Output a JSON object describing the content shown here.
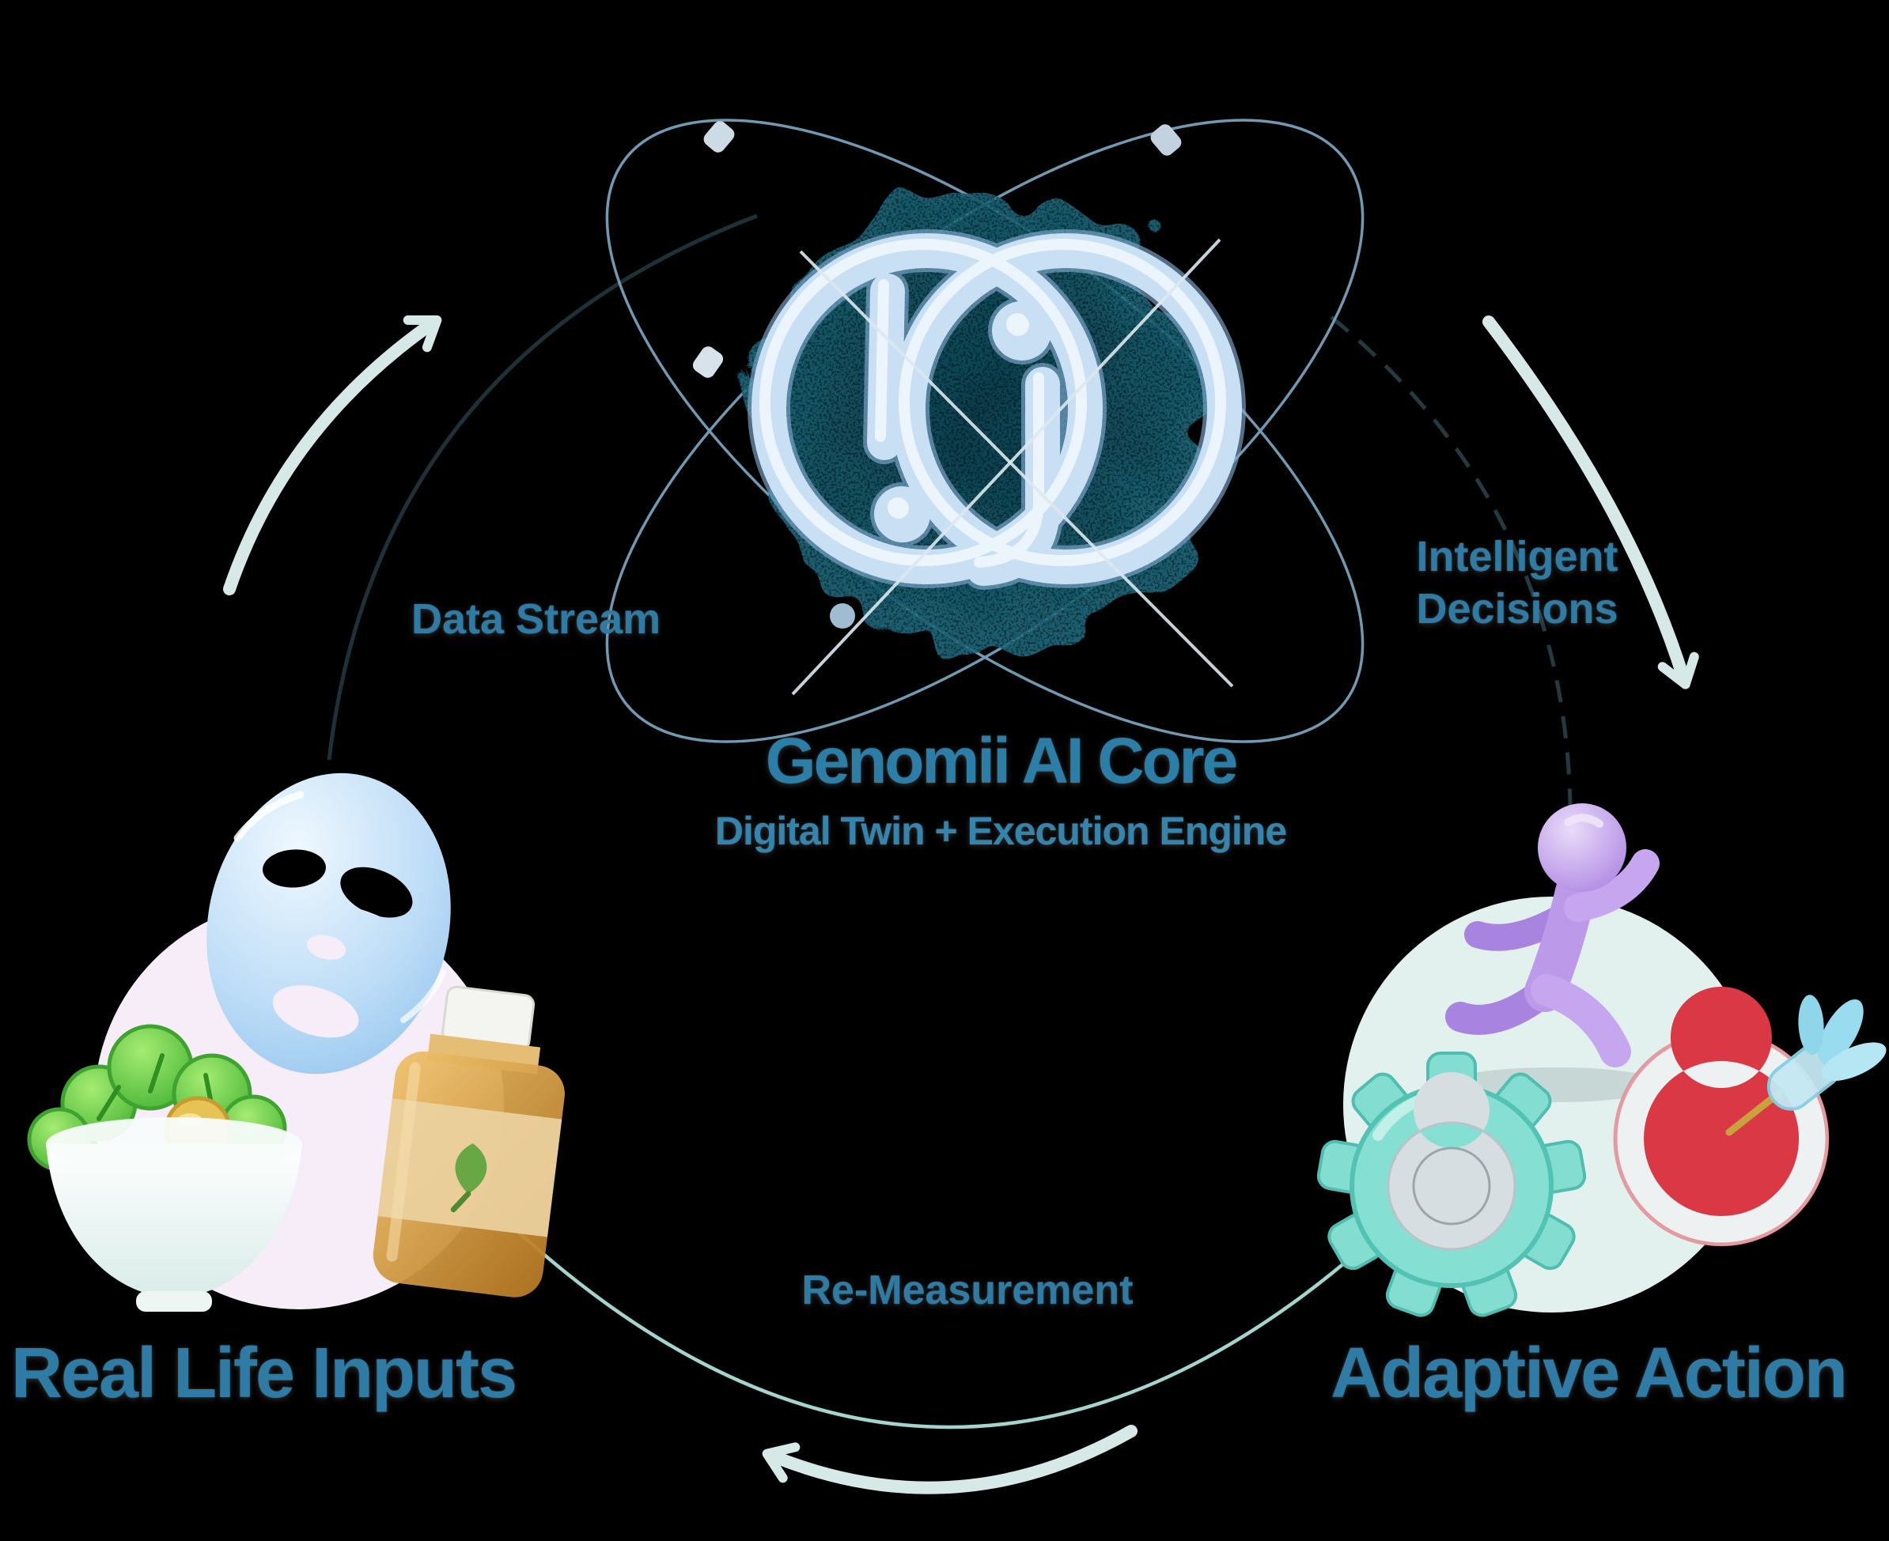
{
  "core": {
    "title": "Genomii AI Core",
    "subtitle": "Digital Twin + Execution Engine",
    "logo": "genomii-logo-icon"
  },
  "nodes": {
    "real_life_inputs": {
      "title": "Real Life Inputs",
      "icons": [
        "face-mask-icon",
        "salad-bowl-icon",
        "supplement-bottle-icon"
      ],
      "bg_circle_color": "#f6edf8"
    },
    "adaptive_action": {
      "title": "Adaptive Action",
      "icons": [
        "runner-icon",
        "gear-icon",
        "target-dart-icon"
      ],
      "bg_circle_color": "#e3f1ee"
    }
  },
  "flow": {
    "data_stream": "Data Stream",
    "intelligent_decisions": {
      "line1": "Intelligent",
      "line2": "Decisions"
    },
    "re_measurement": "Re-Measurement"
  },
  "colors": {
    "background": "#000000",
    "label_text": "#2e7ba6",
    "core_title_text": "#2b7ea8",
    "arrow": "#d7e9e7",
    "cycle_dark_segment": "#1d3238",
    "cycle_light_segment": "#a3d5ce",
    "orbit_line": "#7aa6c2",
    "core_blob": "#15525f",
    "logo_glass": "#c9dff4",
    "target_red": "#d93844",
    "gear_teal": "#85dfd2",
    "runner_purple": "#bd99ea",
    "bottle_amber": "#d49a3c",
    "leaf_green": "#67a845"
  }
}
